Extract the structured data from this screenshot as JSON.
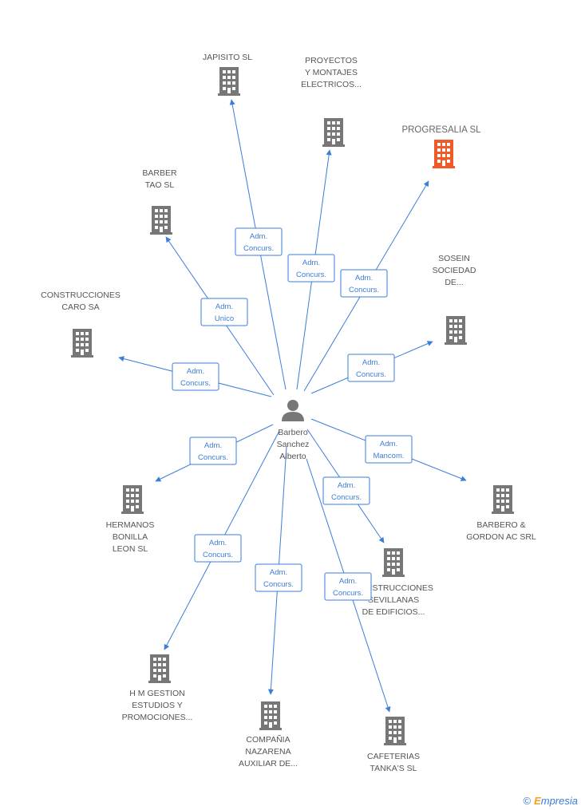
{
  "center": {
    "name_lines": [
      "Barbero",
      "Sanchez",
      "Alberto"
    ],
    "icon": "person-icon"
  },
  "colors": {
    "edge": "#3b7dd8",
    "node": "#777777",
    "highlight": "#f05a28"
  },
  "nodes": [
    {
      "id": "japisito",
      "lines": [
        "JAPISITO SL"
      ],
      "role": [
        "Adm.",
        "Concurs."
      ],
      "highlight": false
    },
    {
      "id": "proyectos",
      "lines": [
        "PROYECTOS",
        "Y MONTAJES",
        "ELECTRICOS..."
      ],
      "role": [
        "Adm.",
        "Concurs."
      ],
      "highlight": false
    },
    {
      "id": "progresalia",
      "lines": [
        "PROGRESALIA SL"
      ],
      "role": [
        "Adm.",
        "Concurs."
      ],
      "highlight": true
    },
    {
      "id": "barber-tao",
      "lines": [
        "BARBER",
        "TAO  SL"
      ],
      "role": [
        "Adm.",
        "Unico"
      ],
      "highlight": false
    },
    {
      "id": "sosein",
      "lines": [
        "SOSEIN",
        "SOCIEDAD",
        "DE..."
      ],
      "role": [
        "Adm.",
        "Concurs."
      ],
      "highlight": false
    },
    {
      "id": "caro",
      "lines": [
        "CONSTRUCCIONES",
        "CARO SA"
      ],
      "role": [
        "Adm.",
        "Concurs."
      ],
      "highlight": false
    },
    {
      "id": "bonilla",
      "lines": [
        "HERMANOS",
        "BONILLA",
        "LEON SL"
      ],
      "role": [
        "Adm.",
        "Concurs."
      ],
      "highlight": false
    },
    {
      "id": "gordon",
      "lines": [
        "BARBERO &",
        "GORDON AC SRL"
      ],
      "role": [
        "Adm.",
        "Mancom."
      ],
      "highlight": false
    },
    {
      "id": "sevillanas",
      "lines": [
        "CONSTRUCCIONES",
        "SEVILLANAS",
        "DE EDIFICIOS..."
      ],
      "role": [
        "Adm.",
        "Concurs."
      ],
      "highlight": false
    },
    {
      "id": "hm-gestion",
      "lines": [
        "H M GESTION",
        "ESTUDIOS Y",
        "PROMOCIONES..."
      ],
      "role": [
        "Adm.",
        "Concurs."
      ],
      "highlight": false
    },
    {
      "id": "nazarena",
      "lines": [
        "COMPAÑIA",
        "NAZARENA",
        "AUXILIAR DE..."
      ],
      "role": [
        "Adm.",
        "Concurs."
      ],
      "highlight": false
    },
    {
      "id": "tankas",
      "lines": [
        "CAFETERIAS",
        "TANKA'S SL"
      ],
      "role": [
        "Adm.",
        "Concurs."
      ],
      "highlight": false
    }
  ],
  "brand": {
    "copyright": "©",
    "first": "E",
    "rest": "mpresia"
  }
}
